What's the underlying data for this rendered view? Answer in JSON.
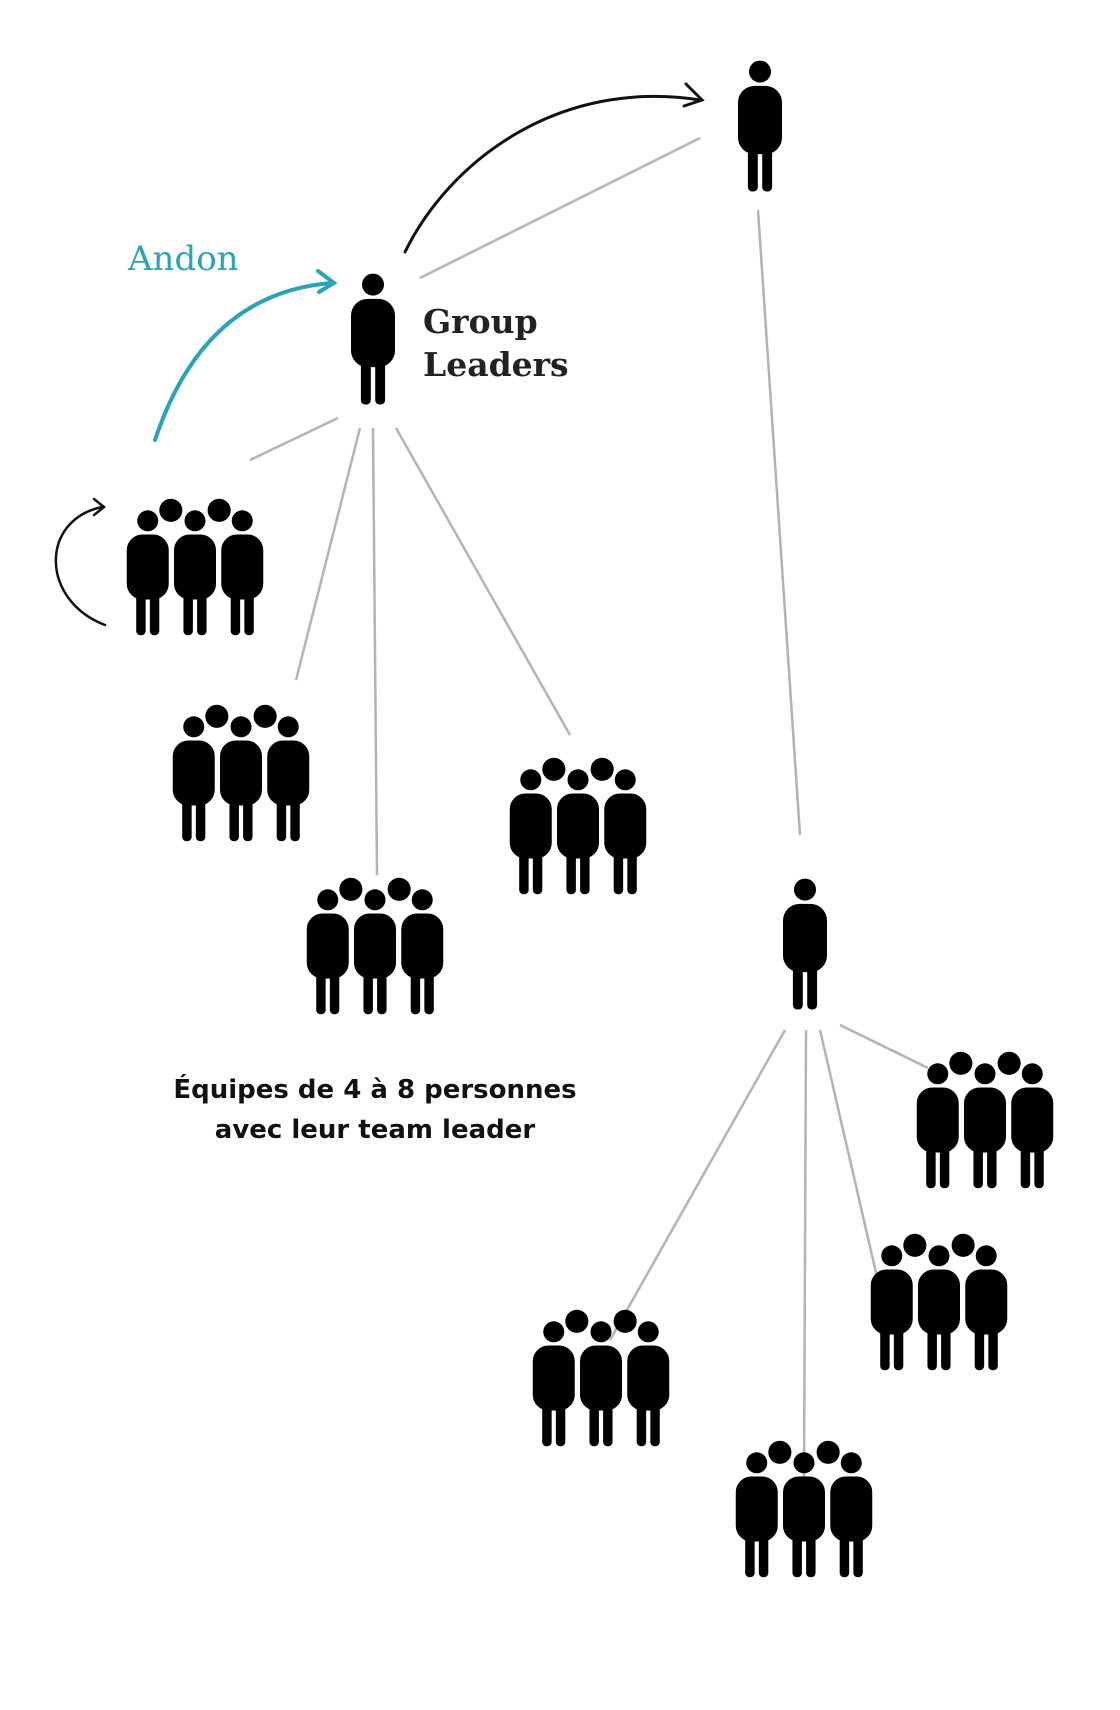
{
  "labels": {
    "andon": "Andon",
    "group_leaders_line1": "Group",
    "group_leaders_line2": "Leaders",
    "teams_line1": "Équipes de 4 à 8 personnes",
    "teams_line2": "avec leur team leader"
  },
  "colors": {
    "figure": "#000000",
    "connector": "#b3b3b3",
    "andon": "#2aa3b8",
    "arrow": "#111111"
  },
  "icons": {
    "person": "person-icon",
    "team": "team-icon"
  }
}
